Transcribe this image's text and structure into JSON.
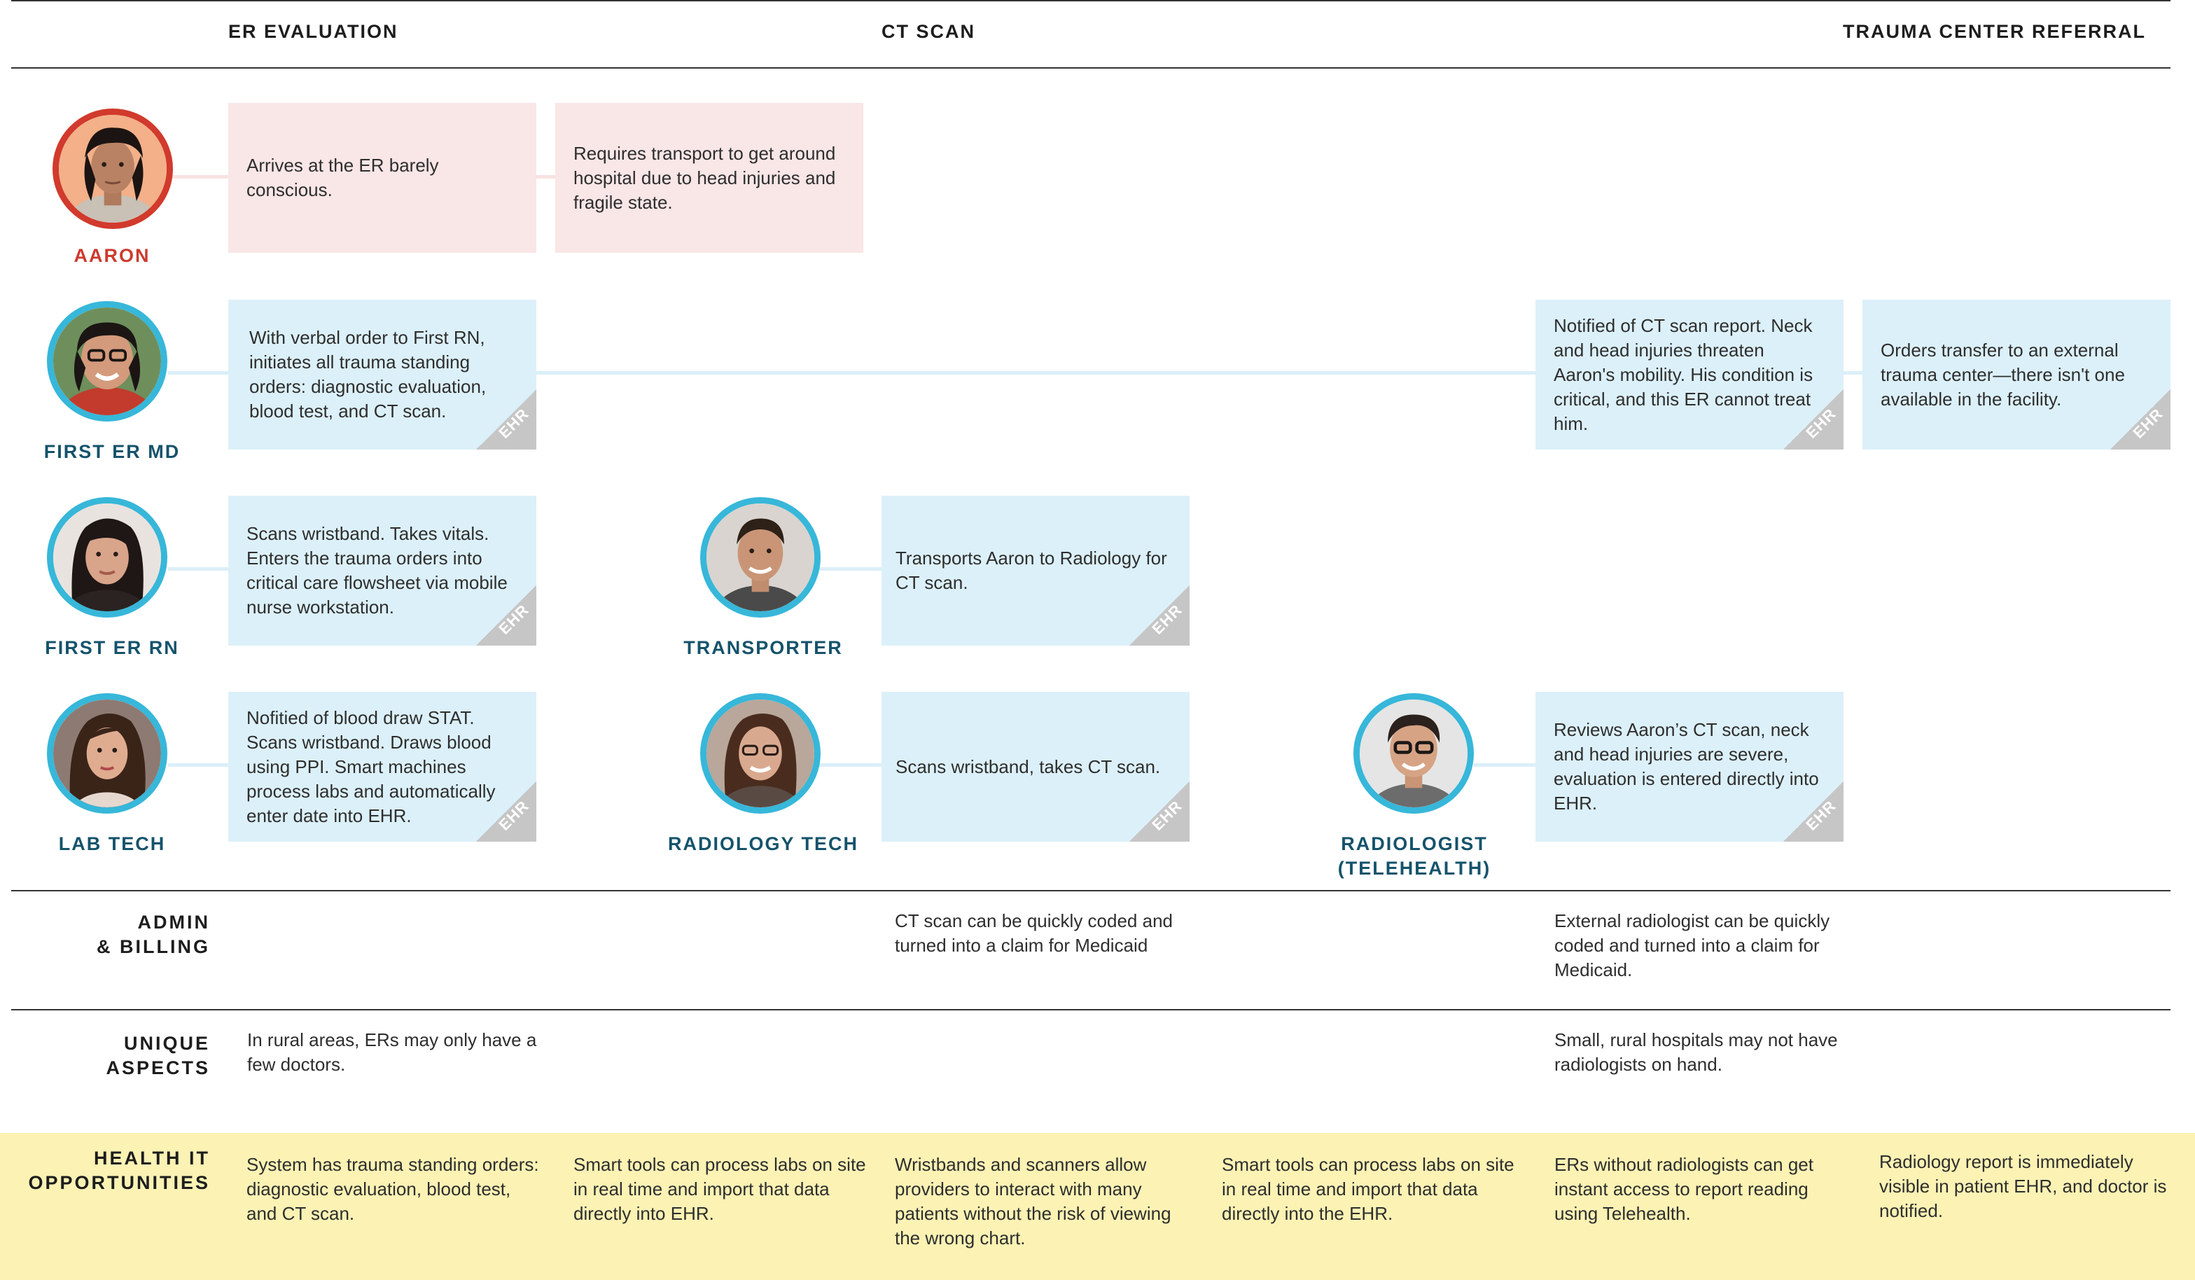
{
  "phases": {
    "er_evaluation": "ER EVALUATION",
    "ct_scan": "CT SCAN",
    "trauma_referral": "TRAUMA CENTER REFERRAL"
  },
  "roles": {
    "aaron": "AARON",
    "first_er_md": "FIRST ER MD",
    "first_er_rn": "FIRST ER RN",
    "lab_tech": "LAB TECH",
    "transporter": "TRANSPORTER",
    "radiology_tech": "RADIOLOGY TECH",
    "radiologist_line1": "RADIOLOGIST",
    "radiologist_line2": "(TELEHEALTH)"
  },
  "cards": {
    "aaron_1": "Arrives at the ER barely conscious.",
    "aaron_2": "Requires transport to get around hospital due to head injuries and fragile state.",
    "md_1": "With verbal order to First RN, initiates all trauma standing orders: diagnostic evaluation, blood test, and CT scan.",
    "md_2": "Notified of CT scan report. Neck and head injuries threaten Aaron's mobility. His condition is critical, and this ER cannot treat him.",
    "md_3": "Orders transfer to an external trauma center—there isn't one available in the facility.",
    "rn_1": "Scans wristband. Takes vitals. Enters the trauma orders into critical care flowsheet via mobile nurse workstation.",
    "transporter_1": "Transports Aaron to Radiology for CT scan.",
    "lab_1": "Nofitied of blood draw STAT. Scans wristband. Draws blood using PPI. Smart machines process labs and automatically enter date into EHR.",
    "radtech_1": "Scans wristband, takes CT scan.",
    "radiologist_1": "Reviews Aaron’s CT scan, neck and head injuries are severe, evaluation is entered directly into EHR.",
    "ehr_tag": "EHR"
  },
  "rows": {
    "admin_line1": "ADMIN",
    "admin_line2": "& BILLING",
    "unique_line1": "UNIQUE",
    "unique_line2": "ASPECTS",
    "health_line1": "HEALTH IT",
    "health_line2": "OPPORTUNITIES"
  },
  "admin": {
    "ct": "CT scan can be quickly coded and turned into a claim for Medicaid",
    "radiologist": "External radiologist can be quickly coded and turned into a claim for Medicaid."
  },
  "unique": {
    "er": "In rural areas, ERs may only have a few doctors.",
    "radiologist": "Small, rural hospitals may not have radiologists on hand."
  },
  "health_it": [
    "System has trauma standing orders: diagnostic evaluation, blood test, and CT scan.",
    "Smart tools can process labs on site in real time and import that data directly into EHR.",
    "Wristbands and scanners allow providers to interact with many patients without the risk of viewing the wrong chart.",
    "Smart tools can process labs on site in real time and import that data directly into the EHR.",
    "ERs without radiologists can get instant access to report reading using Telehealth.",
    "Radiology report is immediately visible in patient EHR, and doctor is notified."
  ],
  "colors": {
    "patient_accent": "#d13a2c",
    "staff_accent": "#37b7d9",
    "staff_card": "#dcf0f9",
    "patient_card": "#f9e6e6",
    "opportunity_band": "#fbf2b4"
  }
}
